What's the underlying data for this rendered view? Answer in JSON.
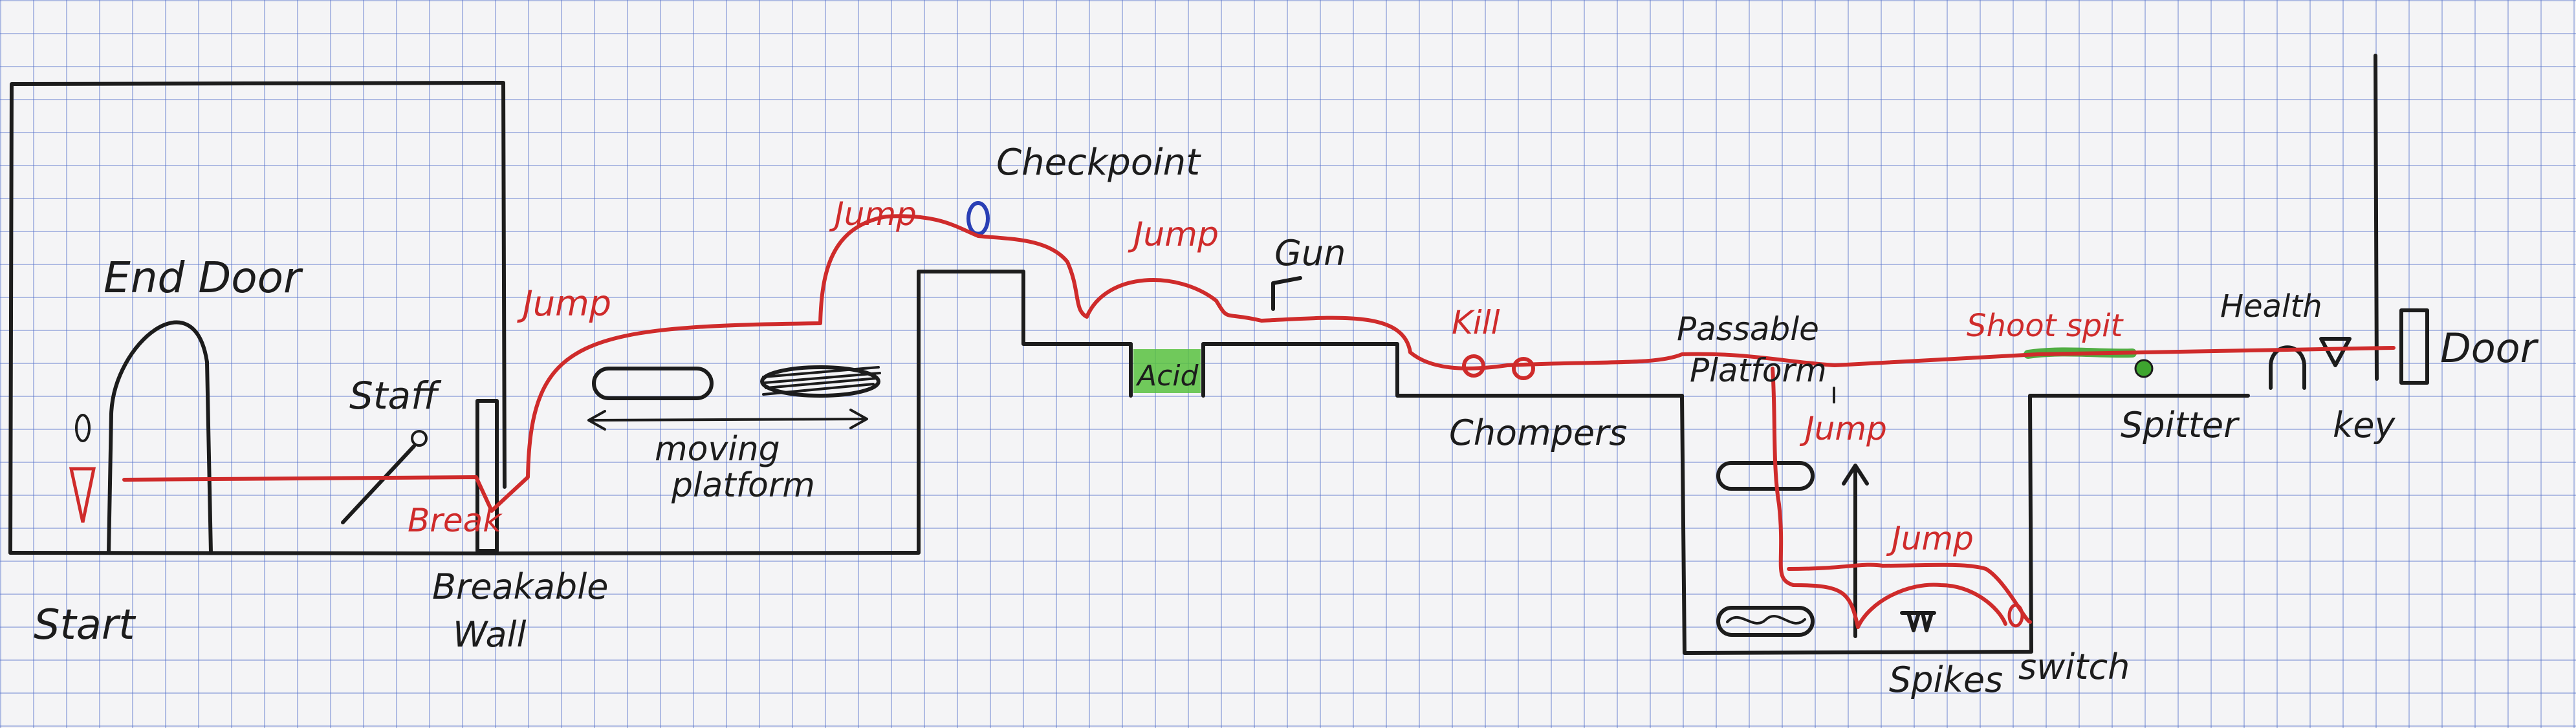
{
  "colors": {
    "ink": "#1c1c1c",
    "route": "#cf2b2b",
    "checkpoint": "#2a3fb5",
    "acid_fill": "#58c13f",
    "spit": "#3ea52f",
    "grid": "#6f8fd6"
  },
  "labels": {
    "start": "Start",
    "end_door": "End Door",
    "staff": "Staff",
    "breakable_wall_line1": "Breakable",
    "breakable_wall_line2": "Wall",
    "moving_platform_line1": "moving",
    "moving_platform_line2": "platform",
    "checkpoint": "Checkpoint",
    "gun": "Gun",
    "acid": "Acid",
    "chompers": "Chompers",
    "passable_platform_line1": "Passable",
    "passable_platform_line2": "Platform",
    "spikes": "Spikes",
    "switch": "switch",
    "spitter": "Spitter",
    "health": "Health",
    "key": "key",
    "door": "Door"
  },
  "route_labels": {
    "jump_1": "Jump",
    "jump_2": "Jump",
    "jump_3": "Jump",
    "jump_4": "Jump",
    "jump_5": "Jump",
    "kill": "Kill",
    "shoot_spit": "Shoot spit",
    "break": "Break"
  }
}
